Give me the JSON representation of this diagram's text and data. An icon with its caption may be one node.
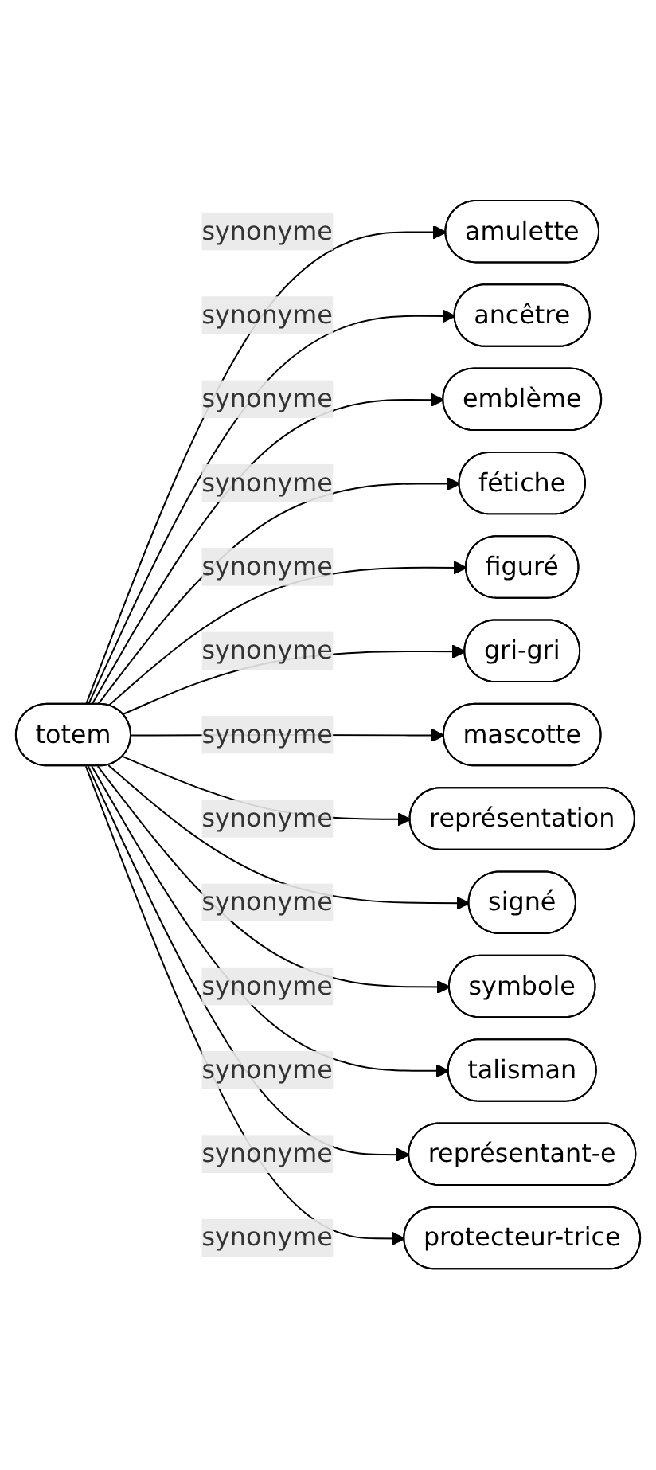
{
  "diagram": {
    "nodes": [
      {
        "text": [
          "totem"
        ]
      },
      {
        "text": [
          "amulette"
        ]
      },
      {
        "text": [
          "ancêtre"
        ]
      },
      {
        "text": [
          "emblème"
        ]
      },
      {
        "text": [
          "fétiche"
        ]
      },
      {
        "text": [
          "figuré"
        ]
      },
      {
        "text": [
          "gri-gri"
        ]
      },
      {
        "text": [
          "mascotte"
        ]
      },
      {
        "text": [
          "représentation"
        ]
      },
      {
        "text": [
          "signé"
        ]
      },
      {
        "text": [
          "symbole"
        ]
      },
      {
        "text": [
          "talisman"
        ]
      },
      {
        "text": [
          "représentant-e"
        ]
      },
      {
        "text": [
          "protecteur-trice"
        ]
      }
    ],
    "edges": [
      {
        "from": 0,
        "to": 1,
        "arrow": "to",
        "label": "synonyme"
      },
      {
        "from": 0,
        "to": 2,
        "arrow": "to",
        "label": "synonyme"
      },
      {
        "from": 0,
        "to": 3,
        "arrow": "to",
        "label": "synonyme"
      },
      {
        "from": 0,
        "to": 4,
        "arrow": "to",
        "label": "synonyme"
      },
      {
        "from": 0,
        "to": 5,
        "arrow": "to",
        "label": "synonyme"
      },
      {
        "from": 0,
        "to": 6,
        "arrow": "to",
        "label": "synonyme"
      },
      {
        "from": 0,
        "to": 7,
        "arrow": "to",
        "label": "synonyme"
      },
      {
        "from": 0,
        "to": 8,
        "arrow": "to",
        "label": "synonyme"
      },
      {
        "from": 0,
        "to": 9,
        "arrow": "to",
        "label": "synonyme"
      },
      {
        "from": 0,
        "to": 10,
        "arrow": "to",
        "label": "synonyme"
      },
      {
        "from": 0,
        "to": 11,
        "arrow": "to",
        "label": "synonyme"
      },
      {
        "from": 0,
        "to": 12,
        "arrow": "to",
        "label": "synonyme"
      },
      {
        "from": 0,
        "to": 13,
        "arrow": "to",
        "label": "synonyme"
      }
    ]
  }
}
